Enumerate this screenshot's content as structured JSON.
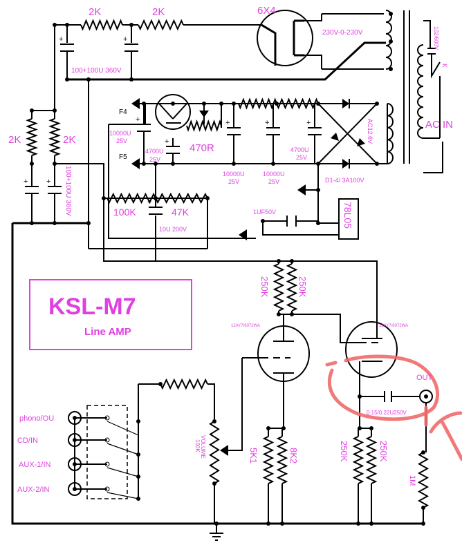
{
  "title": {
    "name": "KSL-M7",
    "subtitle": "Line AMP"
  },
  "colors": {
    "label": "#e040e0",
    "wire": "#000000",
    "annotation": "#f06a6a"
  },
  "power_supply": {
    "r_top_1": "2K",
    "r_top_2": "2K",
    "rectifier_tube": "6X4",
    "hv_caps": "100+100U 360V",
    "transformer_hv": "230V-0-230V",
    "transformer_lv": "AC12.6V",
    "mains_cap": "102/600V",
    "switch": "K",
    "ac_in": "AC IN",
    "r_left_1": "2K",
    "r_left_2": "2K",
    "hv_caps_2": "100+100U 360V",
    "f4": "F4",
    "f5": "F5",
    "c_10000u_a": "10000U\n25V",
    "c_10000u_a_1": "10000U",
    "c_10000u_a_2": "25V",
    "c_4700u_a_1": "4700U",
    "c_4700u_a_2": "25V",
    "r_470": "470R",
    "c_10000u_b_1": "10000U",
    "c_10000u_b_2": "25V",
    "c_10000u_c_1": "10000U",
    "c_10000u_c_2": "25V",
    "c_4700u_b_1": "4700U",
    "c_4700u_b_2": "25V",
    "diodes": "D1-4/ 3A100V",
    "r_100k": "100K",
    "r_47k": "47K",
    "c_10u": "10U 200V",
    "c_1uf": "1UF50V",
    "regulator": "78L05"
  },
  "amplifier": {
    "tube_1": "12AY7/6072WA",
    "tube_2": "12AY7/6072WA",
    "r_plate_1": "250K",
    "r_plate_2": "250K",
    "volume": "VOLUME",
    "volume_value": "100K",
    "r_5k1": "5K1",
    "r_8k2": "8K2",
    "r_250k_a": "250K",
    "r_250k_b": "250K",
    "r_1m": "1M",
    "c_out": "0.15/0.22U250V",
    "out": "OUT"
  },
  "inputs": [
    "phono/OU",
    "CD/IN",
    "AUX-1/IN",
    "AUX-2/IN"
  ]
}
